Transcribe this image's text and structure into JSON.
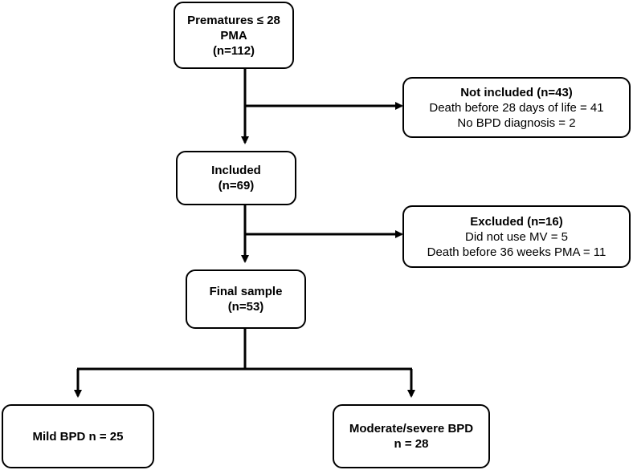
{
  "boxes": {
    "prematures": {
      "lines": [
        "Prematures ≤ 28",
        "PMA",
        "(n=112)"
      ]
    },
    "not_included": {
      "title": "Not included (n=43)",
      "lines": [
        "Death before 28 days of life = 41",
        "No BPD diagnosis = 2"
      ]
    },
    "included": {
      "lines": [
        "Included",
        "(n=69)"
      ]
    },
    "excluded": {
      "title": "Excluded (n=16)",
      "lines": [
        "Did not use MV = 5",
        "Death before 36 weeks PMA = 11"
      ]
    },
    "final_sample": {
      "lines": [
        "Final sample",
        "(n=53)"
      ]
    },
    "mild_bpd": {
      "text": "Mild BPD n = 25"
    },
    "moderate_severe_bpd": {
      "lines": [
        "Moderate/severe BPD",
        "n = 28"
      ]
    }
  }
}
